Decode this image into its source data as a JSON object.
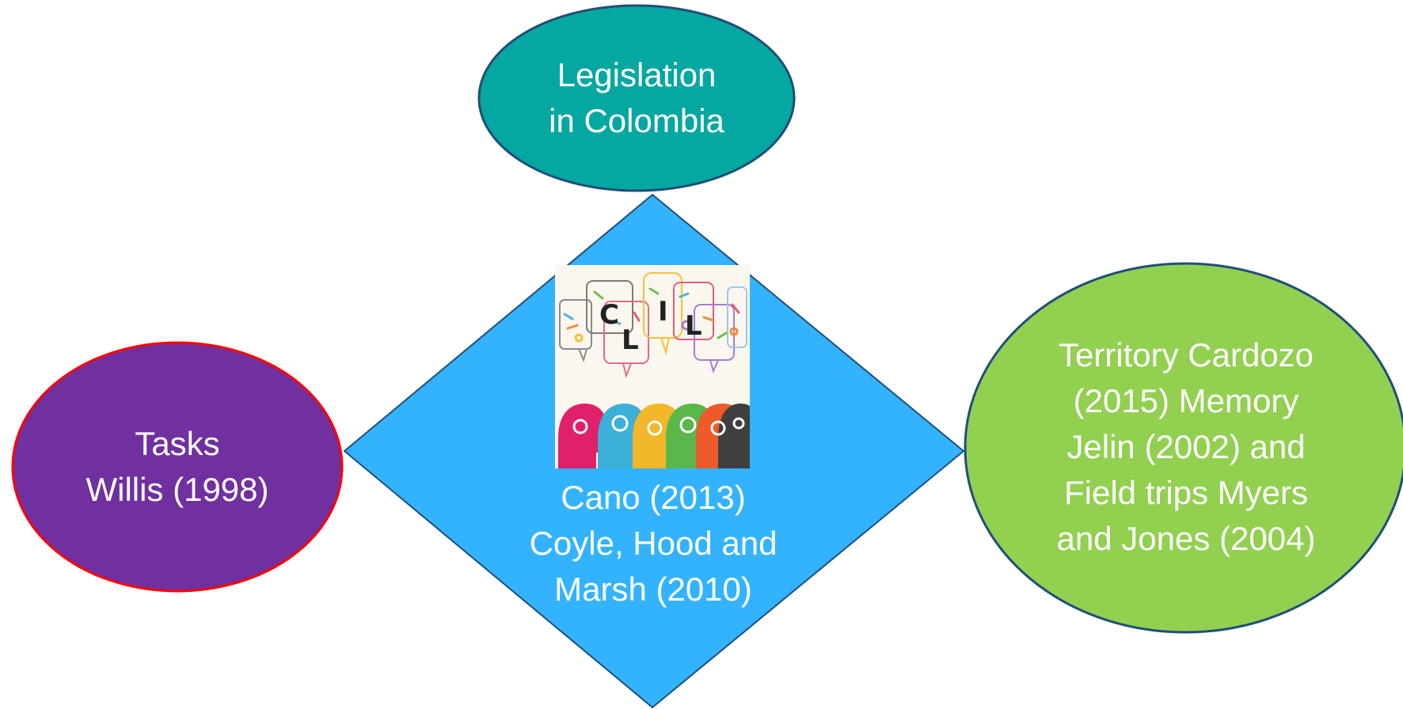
{
  "diagram": {
    "colors": {
      "top_ellipse_fill": "#05A7A1",
      "top_ellipse_stroke": "#1F4E79",
      "left_ellipse_fill": "#7030A0",
      "left_ellipse_stroke": "#FF0000",
      "right_ellipse_fill": "#92D050",
      "right_ellipse_stroke": "#1F4E79",
      "diamond_fill": "#33B3FD",
      "diamond_stroke": "#1F4E79",
      "text": "#FFFFFF"
    },
    "top_node": {
      "lines": [
        "Legislation",
        "in Colomb​ia"
      ]
    },
    "left_node": {
      "lines": [
        "Tasks",
        "Willis (1998)"
      ]
    },
    "right_node": {
      "lines": [
        "Territory Cardozo",
        "(2015) Memory",
        "Jelin (2002) and",
        "Field trips Myers",
        "and Jones (2004)"
      ]
    },
    "center_node": {
      "image_icon": "clil-heads-speech-bubbles-icon",
      "image_letters": [
        "C",
        "L",
        "I",
        "L"
      ],
      "lines": [
        "Cano (2013)",
        "Coyle, Hood and",
        "Marsh (2010)"
      ]
    }
  }
}
